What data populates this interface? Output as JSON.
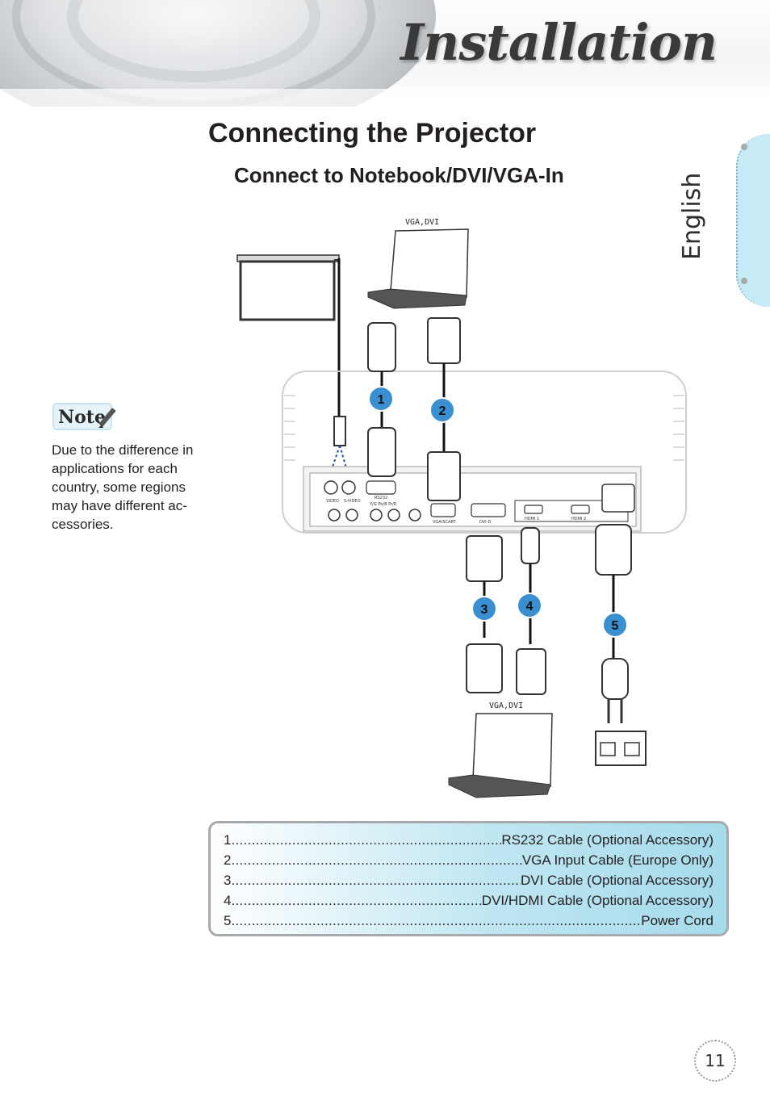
{
  "header": {
    "title": "Installation"
  },
  "sidebar": {
    "language": "English"
  },
  "page": {
    "title": "Connecting the Projector",
    "section_title": "Connect to Notebook/DVI/VGA-In",
    "number": "11"
  },
  "note": {
    "badge_label": "Note",
    "text": "Due to the difference in applications for each country, some regions may have different ac-cessories."
  },
  "diagram": {
    "top_device_label": "VGA,DVI",
    "bottom_device_label": "VGA,DVI",
    "markers": [
      "1",
      "2",
      "3",
      "4",
      "5"
    ],
    "panel_labels": {
      "video": "VIDEO",
      "svideo": "S-VIDEO",
      "rs232": "RS232",
      "ypbpr": "Y/G     Pb/B     Pr/R",
      "vga": "VGA/SCART",
      "dvi": "DVI-D",
      "hdmi1": "HDMI 1",
      "hdmi2": "HDMI 2"
    }
  },
  "legend": [
    {
      "num": "1",
      "text": "RS232 Cable (Optional Accessory)"
    },
    {
      "num": "2",
      "text": " VGA Input Cable (Europe Only)"
    },
    {
      "num": "3",
      "text": "DVI Cable (Optional Accessory)"
    },
    {
      "num": "4",
      "text": "DVI/HDMI Cable (Optional Accessory)"
    },
    {
      "num": "5",
      "text": "Power Cord"
    }
  ],
  "colors": {
    "marker_fill": "#3a8fd0",
    "legend_bg": "#a6dbeb",
    "tab_bg": "#c6ebf6"
  }
}
